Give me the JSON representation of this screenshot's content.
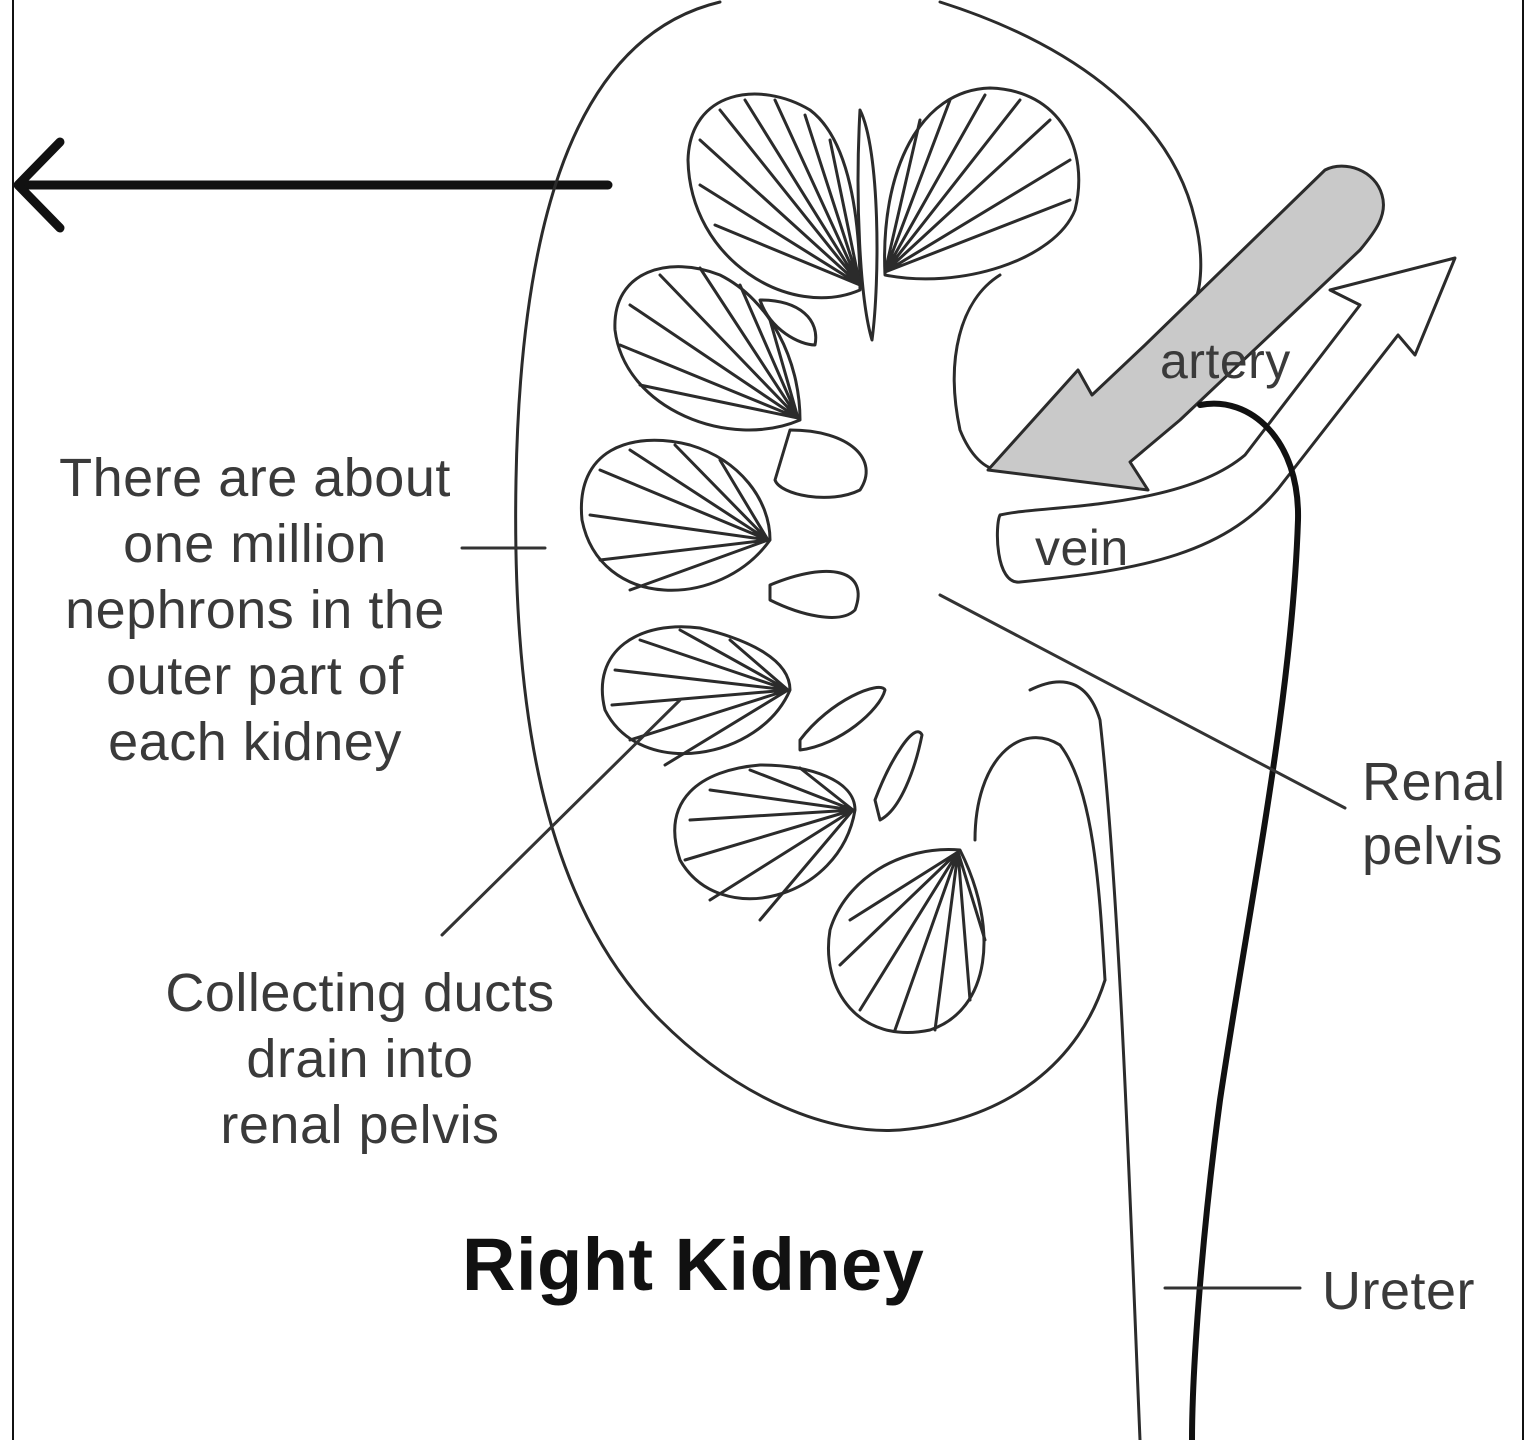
{
  "title": "Right Kidney",
  "labels": {
    "artery": "artery",
    "vein": "vein",
    "nephrons": [
      "There are about",
      "one million",
      "nephrons in the",
      "outer part of",
      "each kidney"
    ],
    "collecting_ducts": [
      "Collecting ducts",
      "drain into",
      "renal pelvis"
    ],
    "renal_pelvis": [
      "Renal",
      "pelvis"
    ],
    "ureter": "Ureter"
  },
  "colors": {
    "outline": "#2b2b2b",
    "artery_fill": "#c9c9c9",
    "text": "#3a3a3a",
    "title": "#111111"
  }
}
